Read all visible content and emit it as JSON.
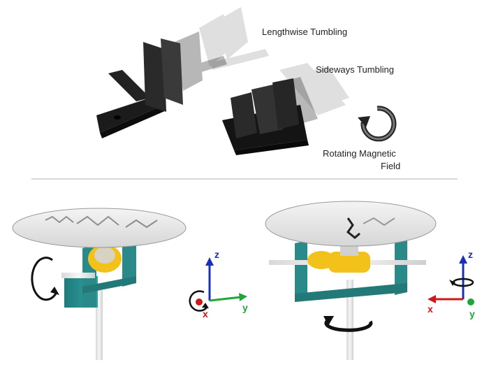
{
  "labels": {
    "lengthwise": "Lengthwise Tumbling",
    "sideways": "Sideways Tumbling",
    "rotating_field_line1": "Rotating Magnetic",
    "rotating_field_line2": "Field"
  },
  "axes_left": {
    "z": "z",
    "y": "y",
    "x": "x"
  },
  "axes_right": {
    "z": "z",
    "y": "y",
    "x": "x"
  },
  "colors": {
    "robot_dark": "#1a1a1a",
    "frame_teal": "#2a8a8a",
    "magnet_yellow": "#f2c21a",
    "axis_z": "#1a2fb8",
    "axis_y": "#1fa63a",
    "axis_x": "#cc1a1a"
  }
}
